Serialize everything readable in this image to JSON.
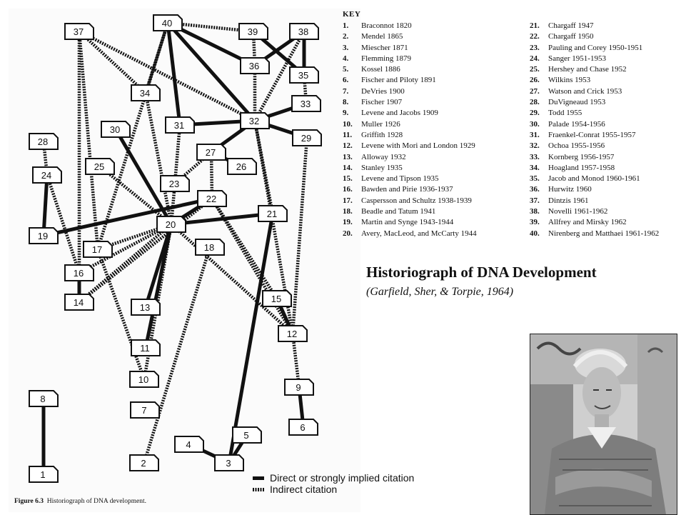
{
  "key": {
    "title": "KEY",
    "items": [
      {
        "n": "1.",
        "label": "Braconnot 1820"
      },
      {
        "n": "2.",
        "label": "Mendel 1865"
      },
      {
        "n": "3.",
        "label": "Miescher 1871"
      },
      {
        "n": "4.",
        "label": "Flemming 1879"
      },
      {
        "n": "5.",
        "label": "Kossel 1886"
      },
      {
        "n": "6.",
        "label": "Fischer and Piloty 1891"
      },
      {
        "n": "7.",
        "label": "DeVries 1900"
      },
      {
        "n": "8.",
        "label": "Fischer 1907"
      },
      {
        "n": "9.",
        "label": "Levene and Jacobs 1909"
      },
      {
        "n": "10.",
        "label": "Muller 1926"
      },
      {
        "n": "11.",
        "label": "Griffith 1928"
      },
      {
        "n": "12.",
        "label": "Levene with Mori and London 1929"
      },
      {
        "n": "13.",
        "label": "Alloway 1932"
      },
      {
        "n": "14.",
        "label": "Stanley 1935"
      },
      {
        "n": "15.",
        "label": "Levene and Tipson 1935"
      },
      {
        "n": "16.",
        "label": "Bawden and Pirie 1936-1937"
      },
      {
        "n": "17.",
        "label": "Caspersson and Schultz 1938-1939"
      },
      {
        "n": "18.",
        "label": "Beadle and Tatum 1941"
      },
      {
        "n": "19.",
        "label": "Martin and Synge 1943-1944"
      },
      {
        "n": "20.",
        "label": "Avery, MacLeod, and McCarty 1944"
      },
      {
        "n": "21.",
        "label": "Chargaff 1947"
      },
      {
        "n": "22.",
        "label": "Chargaff 1950"
      },
      {
        "n": "23.",
        "label": "Pauling and Corey 1950-1951"
      },
      {
        "n": "24.",
        "label": "Sanger 1951-1953"
      },
      {
        "n": "25.",
        "label": "Hershey and Chase 1952"
      },
      {
        "n": "26.",
        "label": "Wilkins 1953"
      },
      {
        "n": "27.",
        "label": "Watson and Crick 1953"
      },
      {
        "n": "28.",
        "label": "DuVigneaud 1953"
      },
      {
        "n": "29.",
        "label": "Todd 1955"
      },
      {
        "n": "30.",
        "label": "Palade 1954-1956"
      },
      {
        "n": "31.",
        "label": "Fraenkel-Conrat 1955-1957"
      },
      {
        "n": "32.",
        "label": "Ochoa 1955-1956"
      },
      {
        "n": "33.",
        "label": "Kornberg 1956-1957"
      },
      {
        "n": "34.",
        "label": "Hoagland 1957-1958"
      },
      {
        "n": "35.",
        "label": "Jacob and Monod 1960-1961"
      },
      {
        "n": "36.",
        "label": "Hurwitz 1960"
      },
      {
        "n": "37.",
        "label": "Dintzis 1961"
      },
      {
        "n": "38.",
        "label": "Novelli 1961-1962"
      },
      {
        "n": "39.",
        "label": "Allfrey and Mirsky 1962"
      },
      {
        "n": "40.",
        "label": "Nirenberg and Matthaei 1961-1962"
      }
    ]
  },
  "title": "Historiograph of DNA Development",
  "subtitle": "(Garfield, Sher, & Torpie, 1964)",
  "legend": {
    "direct": "Direct or strongly implied citation",
    "indirect": "Indirect citation"
  },
  "figure_caption": {
    "label": "Figure 6.3",
    "text": "Historiograph of DNA development."
  },
  "graph": {
    "nodes": [
      "1",
      "2",
      "3",
      "4",
      "5",
      "6",
      "7",
      "8",
      "9",
      "10",
      "11",
      "12",
      "13",
      "14",
      "15",
      "16",
      "17",
      "18",
      "19",
      "20",
      "21",
      "22",
      "23",
      "24",
      "25",
      "26",
      "27",
      "28",
      "29",
      "30",
      "31",
      "32",
      "33",
      "34",
      "35",
      "36",
      "37",
      "38",
      "39",
      "40"
    ],
    "edges": [
      {
        "from": "8",
        "to": "1",
        "type": "direct"
      },
      {
        "from": "4",
        "to": "3",
        "type": "direct"
      },
      {
        "from": "5",
        "to": "3",
        "type": "direct"
      },
      {
        "from": "9",
        "to": "6",
        "type": "direct"
      },
      {
        "from": "21",
        "to": "3",
        "type": "direct"
      },
      {
        "from": "20",
        "to": "11",
        "type": "direct"
      },
      {
        "from": "20",
        "to": "13",
        "type": "direct"
      },
      {
        "from": "20",
        "to": "21",
        "type": "direct"
      },
      {
        "from": "22",
        "to": "19",
        "type": "direct"
      },
      {
        "from": "22",
        "to": "20",
        "type": "direct"
      },
      {
        "from": "30",
        "to": "20",
        "type": "direct"
      },
      {
        "from": "24",
        "to": "19",
        "type": "direct"
      },
      {
        "from": "16",
        "to": "14",
        "type": "direct"
      },
      {
        "from": "15",
        "to": "12",
        "type": "direct"
      },
      {
        "from": "27",
        "to": "26",
        "type": "direct"
      },
      {
        "from": "32",
        "to": "31",
        "type": "direct"
      },
      {
        "from": "32",
        "to": "27",
        "type": "direct"
      },
      {
        "from": "32",
        "to": "33",
        "type": "direct"
      },
      {
        "from": "32",
        "to": "29",
        "type": "direct"
      },
      {
        "from": "40",
        "to": "32",
        "type": "direct"
      },
      {
        "from": "40",
        "to": "36",
        "type": "direct"
      },
      {
        "from": "40",
        "to": "31",
        "type": "direct"
      },
      {
        "from": "38",
        "to": "36",
        "type": "direct"
      },
      {
        "from": "38",
        "to": "35",
        "type": "direct"
      },
      {
        "from": "39",
        "to": "35",
        "type": "direct"
      },
      {
        "from": "2",
        "to": "18",
        "type": "indirect"
      },
      {
        "from": "9",
        "to": "12",
        "type": "indirect"
      },
      {
        "from": "12",
        "to": "29",
        "type": "indirect"
      },
      {
        "from": "12",
        "to": "20",
        "type": "indirect"
      },
      {
        "from": "12",
        "to": "22",
        "type": "indirect"
      },
      {
        "from": "12",
        "to": "32",
        "type": "indirect"
      },
      {
        "from": "15",
        "to": "22",
        "type": "indirect"
      },
      {
        "from": "21",
        "to": "32",
        "type": "indirect"
      },
      {
        "from": "10",
        "to": "17",
        "type": "indirect"
      },
      {
        "from": "10",
        "to": "20",
        "type": "indirect"
      },
      {
        "from": "14",
        "to": "20",
        "type": "indirect"
      },
      {
        "from": "14",
        "to": "22",
        "type": "indirect"
      },
      {
        "from": "16",
        "to": "20",
        "type": "indirect"
      },
      {
        "from": "16",
        "to": "37",
        "type": "indirect"
      },
      {
        "from": "16",
        "to": "24",
        "type": "indirect"
      },
      {
        "from": "17",
        "to": "20",
        "type": "indirect"
      },
      {
        "from": "17",
        "to": "37",
        "type": "indirect"
      },
      {
        "from": "17",
        "to": "40",
        "type": "indirect"
      },
      {
        "from": "25",
        "to": "20",
        "type": "indirect"
      },
      {
        "from": "28",
        "to": "24",
        "type": "indirect"
      },
      {
        "from": "22",
        "to": "27",
        "type": "indirect"
      },
      {
        "from": "23",
        "to": "27",
        "type": "indirect"
      },
      {
        "from": "20",
        "to": "31",
        "type": "indirect"
      },
      {
        "from": "20",
        "to": "34",
        "type": "indirect"
      },
      {
        "from": "34",
        "to": "37",
        "type": "indirect"
      },
      {
        "from": "34",
        "to": "40",
        "type": "indirect"
      },
      {
        "from": "37",
        "to": "32",
        "type": "indirect"
      },
      {
        "from": "39",
        "to": "36",
        "type": "indirect"
      },
      {
        "from": "39",
        "to": "40",
        "type": "indirect"
      },
      {
        "from": "36",
        "to": "32",
        "type": "indirect"
      },
      {
        "from": "35",
        "to": "33",
        "type": "indirect"
      },
      {
        "from": "38",
        "to": "32",
        "type": "indirect"
      }
    ]
  }
}
